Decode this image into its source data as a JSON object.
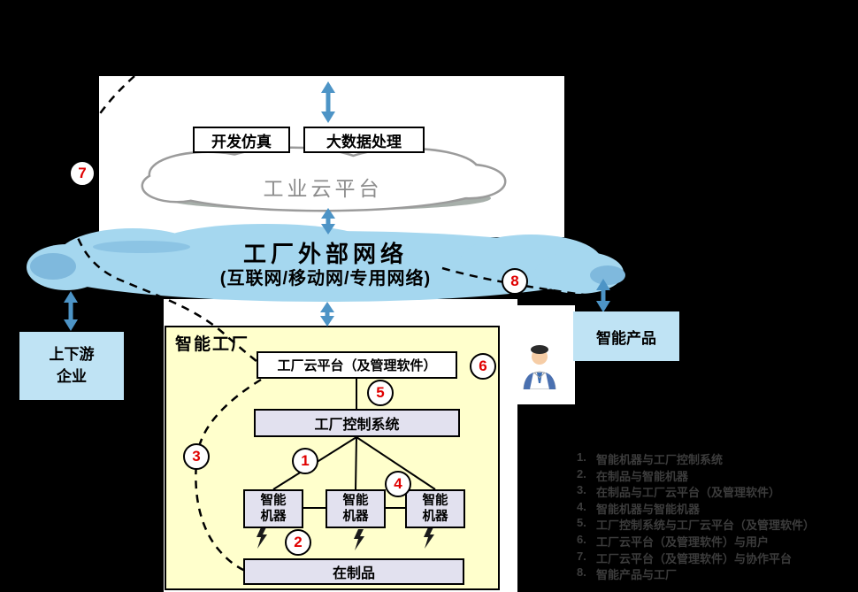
{
  "top_cluster": {
    "dev_sim": "开发仿真",
    "big_data": "大数据处理",
    "cloud": "工业云平台"
  },
  "network_band": {
    "line1": "工厂外部网络",
    "line2": "(互联网/移动网/专用网络)"
  },
  "partners_box": {
    "line1": "上下游",
    "line2": "企业"
  },
  "products_box": {
    "label": "智能产品"
  },
  "factory": {
    "title": "智能工厂",
    "cloud_platform": "工厂云平台（及管理软件）",
    "control_system": "工厂控制系统",
    "machine_line1": "智能",
    "machine_line2": "机器",
    "wip": "在制品"
  },
  "markers": [
    "1",
    "2",
    "3",
    "4",
    "5",
    "6",
    "7",
    "8"
  ],
  "legend": {
    "items": [
      {
        "num": "1.",
        "text": "智能机器与工厂控制系统"
      },
      {
        "num": "2.",
        "text": "在制品与智能机器"
      },
      {
        "num": "3.",
        "text": "在制品与工厂云平台（及管理软件）"
      },
      {
        "num": "4.",
        "text": "智能机器与智能机器"
      },
      {
        "num": "5.",
        "text": "工厂控制系统与工厂云平台（及管理软件）"
      },
      {
        "num": "6.",
        "text": "工厂云平台（及管理软件）与用户"
      },
      {
        "num": "7.",
        "text": "工厂云平台（及管理软件）与协作平台"
      },
      {
        "num": "8.",
        "text": "智能产品与工厂"
      }
    ]
  },
  "colors": {
    "background": "#000000",
    "band_fill": "#A5D7EF",
    "band_accent": "#7FB9DD",
    "factory_fill": "#FFFFCC",
    "inner_box_fill": "#E2E1EF",
    "side_box_fill": "#BFE3F4",
    "arrow_blue": "#4D94C6",
    "marker_red": "#E00000",
    "cloud_gray": "#9B9B9B",
    "legend_gray": "#3C3C3C"
  }
}
